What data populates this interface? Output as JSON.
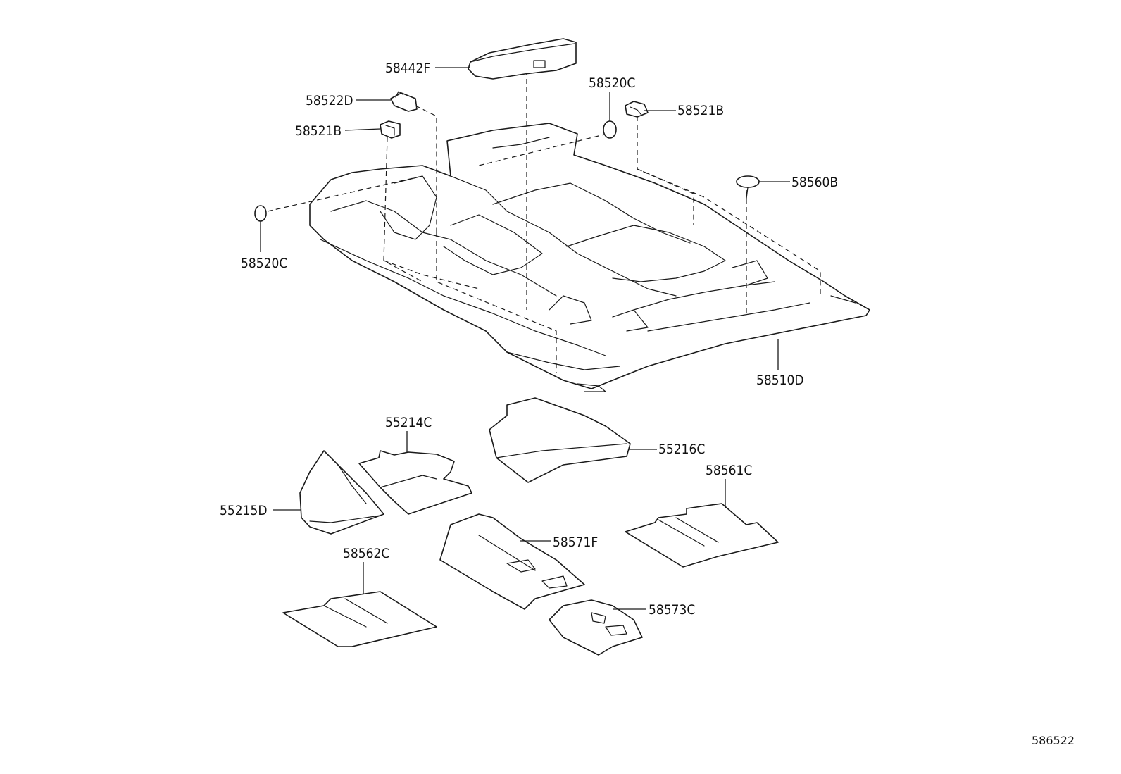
{
  "callouts": {
    "p58442F": "58442F",
    "p58522D": "58522D",
    "p58521B_left": "58521B",
    "p58520C_top": "58520C",
    "p58521B_right": "58521B",
    "p58560B": "58560B",
    "p58520C_left": "58520C",
    "p58510D": "58510D",
    "p55214C": "55214C",
    "p55216C": "55216C",
    "p58561C": "58561C",
    "p55215D": "55215D",
    "p58571F": "58571F",
    "p58562C": "58562C",
    "p58573C": "58573C"
  },
  "diagram_code": "586522"
}
